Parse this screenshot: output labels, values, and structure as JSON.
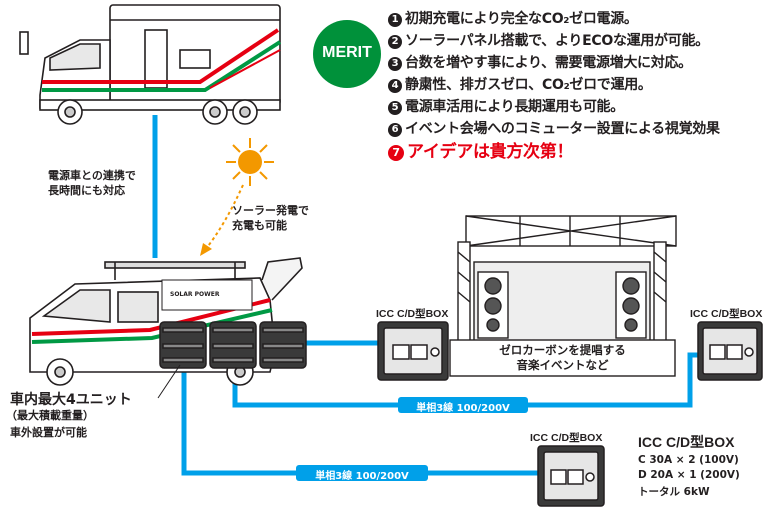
{
  "merit": {
    "badge": "MERIT",
    "items": [
      {
        "num": "1",
        "text": "初期充電により完全なCO₂ゼロ電源。"
      },
      {
        "num": "2",
        "text": "ソーラーパネル搭載で、よりECOな運用が可能。"
      },
      {
        "num": "3",
        "text": "台数を増やす事により、需要電源増大に対応。"
      },
      {
        "num": "4",
        "text": "静粛性、排ガスゼロ、CO₂ゼロで運用。"
      },
      {
        "num": "5",
        "text": "電源車活用により長期運用も可能。"
      },
      {
        "num": "6",
        "text": "イベント会場へのコミューター設置による視覚効果"
      },
      {
        "num": "7",
        "text": "アイデアは貴方次第！"
      }
    ]
  },
  "notes": {
    "truck": "電源車との連携で\n長時間にも対応",
    "solar": "ソーラー発電で\n充電も可能",
    "units_main": "車内最大4ユニット",
    "units_sub": "（最大積載重量）",
    "units_outside": "車外設置が可能"
  },
  "stage": {
    "label": "ゼロカーボンを提唱する\n音楽イベントなど"
  },
  "boxes": {
    "left_label": "ICC C/D型BOX",
    "right_label": "ICC C/D型BOX",
    "bottom_label": "ICC C/D型BOX"
  },
  "lines": {
    "upper_label": "単相3線 100/200V",
    "lower_label": "単相3線 100/200V"
  },
  "spec": {
    "title": "ICC C/D型BOX",
    "lines": [
      "C 30A × 2 (100V)",
      "D 20A × 1 (200V)",
      "トータル 6kW"
    ]
  },
  "van": {
    "brand": "SOLAR POWER"
  },
  "colors": {
    "cable": "#00a0e9",
    "accent_red": "#e60012",
    "accent_green": "#009944",
    "merit_badge": "#00913a",
    "sun": "#f39800"
  }
}
